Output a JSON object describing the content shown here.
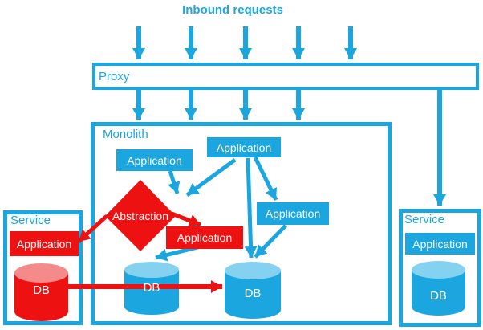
{
  "header": {
    "title": "Inbound requests"
  },
  "proxy": {
    "label": "Proxy"
  },
  "monolith": {
    "label": "Monolith",
    "app_top": "Application",
    "app_left": "Application",
    "app_right": "Application",
    "abstraction_label": "Abstraction",
    "new_app_label": "Application",
    "db_left": "DB",
    "db_right": "DB"
  },
  "service_left": {
    "label": "Service",
    "app": "Application",
    "db": "DB"
  },
  "service_right": {
    "label": "Service",
    "app": "Application",
    "db": "DB"
  },
  "colors": {
    "blue": "#1BA6DF",
    "blue_light": "#85D1F0",
    "red": "#EE1111",
    "red_light": "#F48A8A",
    "text_on_fill": "#FFFFFF"
  }
}
